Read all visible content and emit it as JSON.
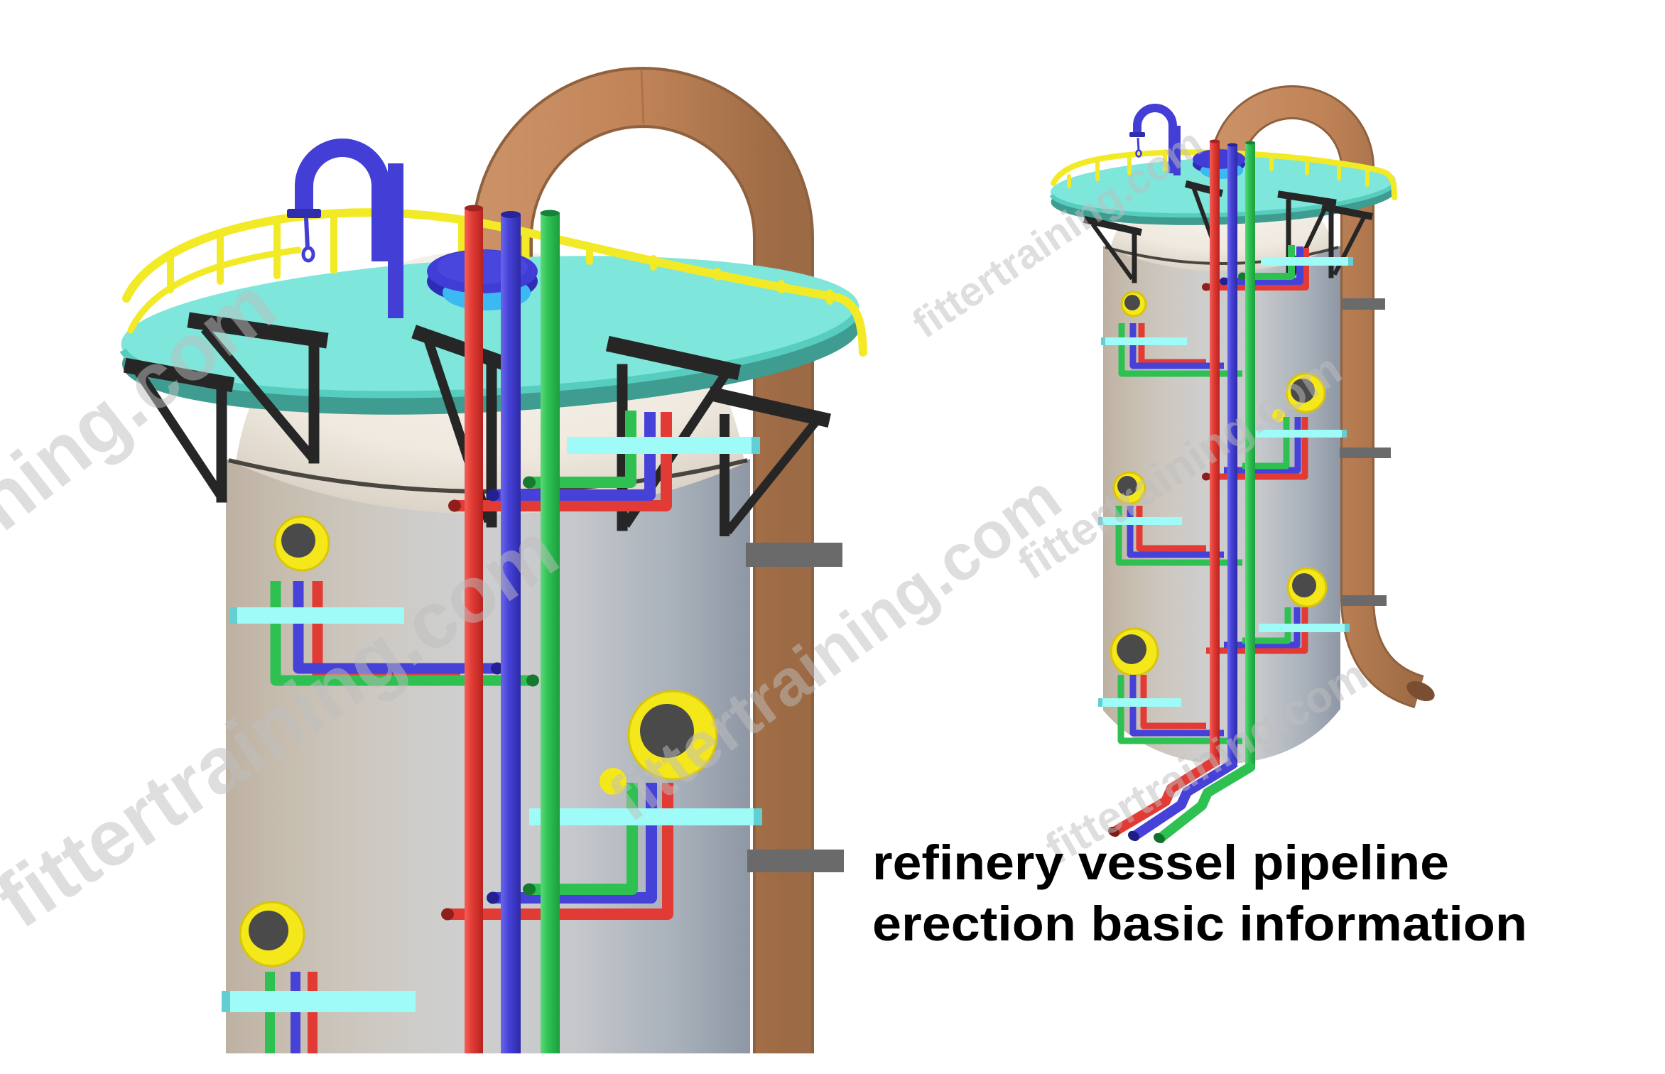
{
  "title": {
    "line1": "refinery vessel pipeline",
    "line2": "erection basic information"
  },
  "watermark": {
    "text": "fittertraining.com"
  },
  "palette": {
    "background": "#ffffff",
    "title-color": "#000000",
    "watermark-color": "#bfbfbf",
    "pipe-red": "#e23b35",
    "pipe-blue": "#4642d8",
    "pipe-green": "#2ec152",
    "brown-pipe": "#c08357",
    "brown-pipe-dark": "#8f613e",
    "railing-yellow": "#f2ea26",
    "teal-top": "#7ee6da",
    "teal-edge": "#57cdbf",
    "teal-under": "#3f9c90",
    "cyan-bar": "#9ffbf7",
    "cyan-bar-side": "#63cfd2",
    "nozzle-yellow": "#f4e71a",
    "nozzle-center": "#4a4a4a",
    "manway-blue": "#403dd6",
    "manway-blue-dark": "#2e2bb4",
    "manway-lightblue": "#3cb9f2",
    "vent-blue": "#433fd6",
    "bracket-black": "#262626",
    "clamp-gray": "#6a6a6a",
    "shell-light": "#cccccc",
    "shell-dark": "#8e97a4",
    "shell-beige": "#c1b5a6",
    "dome-light": "#f8f5ee",
    "dome-shadow": "#d8cfc2"
  }
}
